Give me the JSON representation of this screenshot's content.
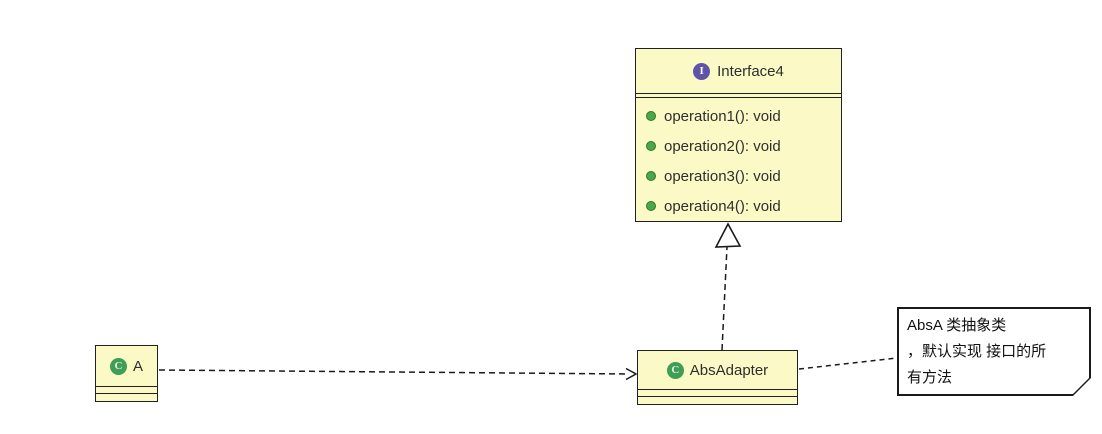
{
  "colors": {
    "box_fill": "#FBF9C6",
    "box_border": "#212121",
    "interface_icon_bg": "#5F54A8",
    "interface_icon_fg": "#FFFFFF",
    "class_icon_bg": "#3F9E53",
    "class_icon_fg": "#E3F3E3",
    "bullet_fill": "#4CA64C",
    "bullet_edge": "#2C7A2C",
    "note_bg": "#FFFFFF",
    "note_border": "#1A1A1A",
    "text_color": "#2E2E2E",
    "connector_color": "#1A1A1A"
  },
  "interface_box": {
    "title": "Interface4",
    "icon_letter": "I",
    "operations": [
      "operation1(): void",
      "operation2(): void",
      "operation3(): void",
      "operation4(): void"
    ]
  },
  "class_a_box": {
    "title": "A",
    "icon_letter": "C"
  },
  "abs_adapter_box": {
    "title": "AbsAdapter",
    "icon_letter": "C"
  },
  "note": {
    "lines": [
      "AbsA 类抽象类",
      "，默认实现 接口的所",
      "有方法"
    ]
  }
}
